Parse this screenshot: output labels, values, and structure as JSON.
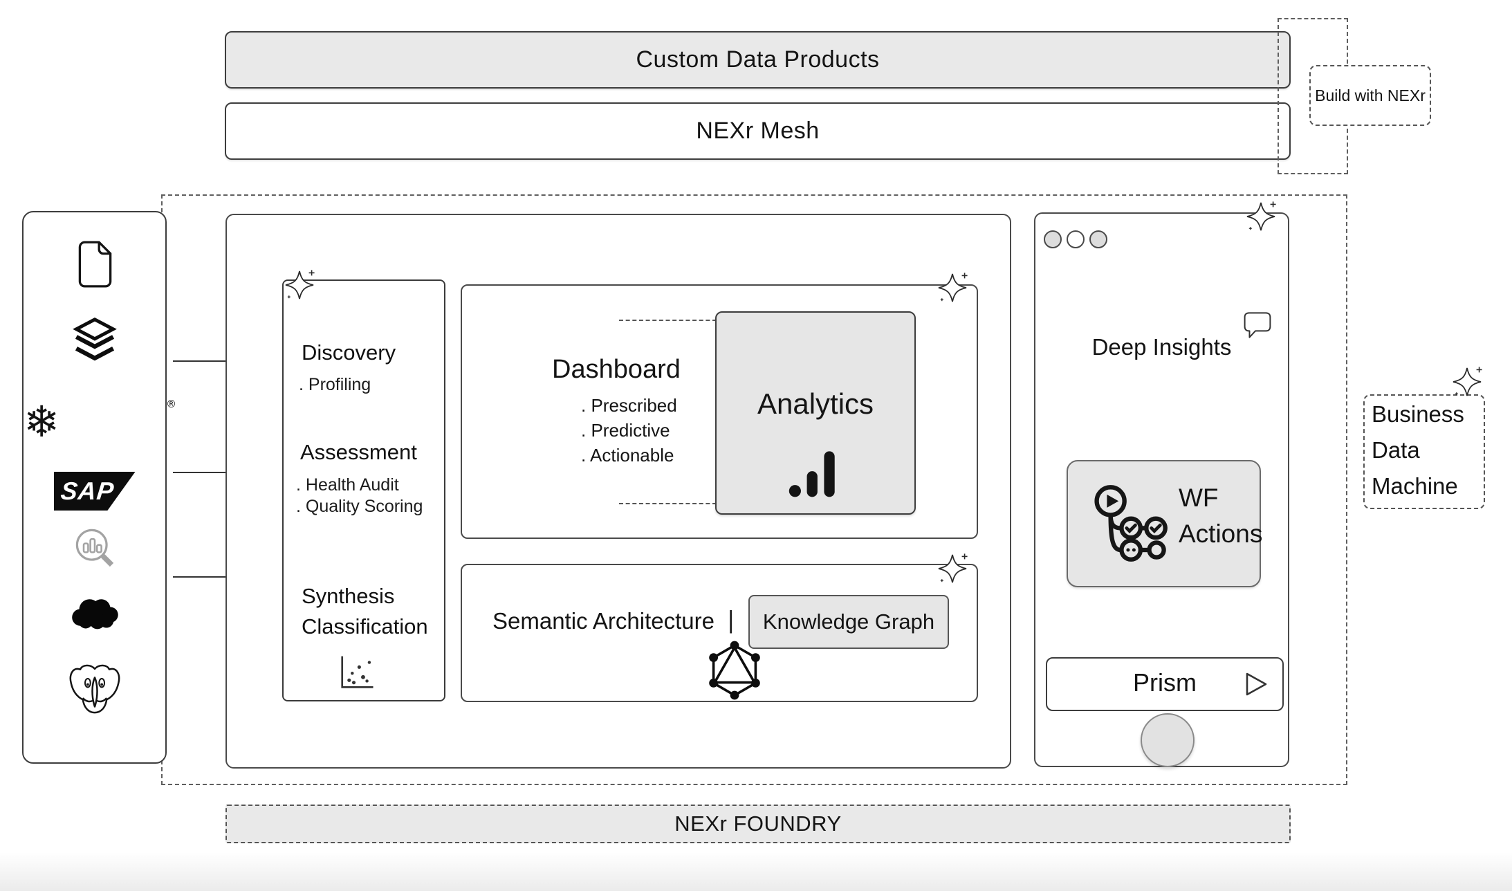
{
  "diagram": {
    "top_bars": {
      "custom_data_products": "Custom Data Products",
      "nexr_mesh": "NEXr Mesh",
      "build_with_nexr": "Build with NEXr"
    },
    "sources": {
      "sap_text": "SAP",
      "snowflake_glyph": "❄",
      "snowflake_reg": "®"
    },
    "pipeline": {
      "discovery_title": "Discovery",
      "discovery_items": [
        ". Profiling"
      ],
      "assessment_title": "Assessment",
      "assessment_items": [
        ". Health Audit",
        ". Quality Scoring"
      ],
      "synthesis_line1": "Synthesis",
      "synthesis_line2": "Classification"
    },
    "dashboard": {
      "title": "Dashboard",
      "items": [
        ". Prescribed",
        ". Predictive",
        ". Actionable"
      ],
      "analytics": "Analytics"
    },
    "semantic": {
      "title": "Semantic Architecture",
      "separator": "|",
      "knowledge_graph": "Knowledge Graph"
    },
    "insights": {
      "title": "Deep Insights",
      "wf_line1": "WF",
      "wf_line2": "Actions",
      "prism": "Prism"
    },
    "business_data_machine": {
      "line1": "Business",
      "line2": "Data",
      "line3": "Machine"
    },
    "foundry": "NEXr FOUNDRY",
    "colors": {
      "fill_gray": "#e9e9e9",
      "line_dark": "#3d3d3d",
      "dash_gray": "#5a5a5a",
      "icon_muted": "#a3a3a3"
    }
  }
}
